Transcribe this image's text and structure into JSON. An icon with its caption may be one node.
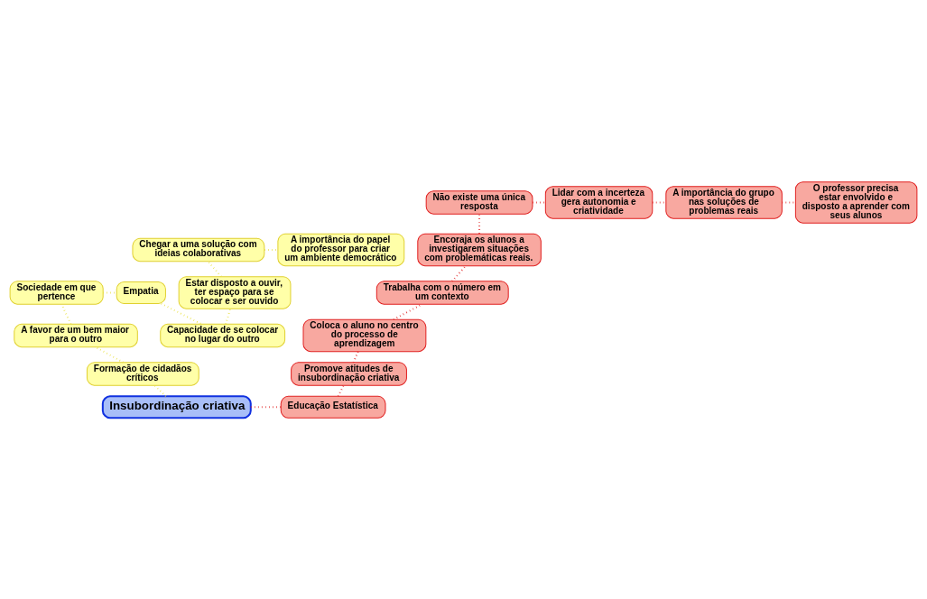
{
  "diagram": {
    "nodes": [
      {
        "text": [
          "Insubordinação criativa"
        ]
      },
      {
        "text": [
          "Educação Estatística"
        ]
      },
      {
        "text": [
          "Promove atitudes de insubordinação criativa"
        ]
      },
      {
        "text": [
          "Coloca o aluno no centro do processo de aprendizagem"
        ]
      },
      {
        "text": [
          "Trabalha com o número em um contexto"
        ]
      },
      {
        "text": [
          "Encoraja os alunos a investigarem situações com problemáticas reais."
        ]
      },
      {
        "text": [
          "Não existe uma única resposta"
        ]
      },
      {
        "text": [
          "Lidar com a incerteza gera autonomia e criatividade"
        ]
      },
      {
        "text": [
          "A importância do grupo nas soluções de problemas reais"
        ]
      },
      {
        "text": [
          "O professor precisa estar envolvido e disposto a aprender com seus alunos"
        ]
      },
      {
        "text": [
          "Formação de cidadãos críticos"
        ]
      },
      {
        "text": [
          "A favor de um bem maior para o outro"
        ]
      },
      {
        "text": [
          "Sociedade em que pertence"
        ]
      },
      {
        "text": [
          "Empatia"
        ]
      },
      {
        "text": [
          "Capacidade de se colocar no lugar do outro"
        ]
      },
      {
        "text": [
          "Estar disposto a ouvir, ter espaço para se colocar e ser ouvido"
        ]
      },
      {
        "text": [
          "Chegar a uma solução com ideias colaborativas"
        ]
      },
      {
        "text": [
          "A importância do papel do professor para criar um ambiente democrático"
        ]
      }
    ],
    "edges": [
      {
        "from": 0,
        "to": 1,
        "arrow": "none",
        "color": "#e02020"
      },
      {
        "from": 1,
        "to": 2,
        "arrow": "none",
        "color": "#e02020"
      },
      {
        "from": 2,
        "to": 3,
        "arrow": "none",
        "color": "#e02020"
      },
      {
        "from": 3,
        "to": 4,
        "arrow": "none",
        "color": "#e02020"
      },
      {
        "from": 4,
        "to": 5,
        "arrow": "none",
        "color": "#e02020"
      },
      {
        "from": 5,
        "to": 6,
        "arrow": "none",
        "color": "#e02020"
      },
      {
        "from": 6,
        "to": 7,
        "arrow": "none",
        "color": "#e02020"
      },
      {
        "from": 7,
        "to": 8,
        "arrow": "none",
        "color": "#e02020"
      },
      {
        "from": 8,
        "to": 9,
        "arrow": "none",
        "color": "#e02020"
      },
      {
        "from": 0,
        "to": 10,
        "arrow": "none",
        "color": "#e8e040"
      },
      {
        "from": 10,
        "to": 11,
        "arrow": "none",
        "color": "#e8e040"
      },
      {
        "from": 11,
        "to": 12,
        "arrow": "none",
        "color": "#e8e040"
      },
      {
        "from": 12,
        "to": 13,
        "arrow": "none",
        "color": "#e8e040"
      },
      {
        "from": 13,
        "to": 14,
        "arrow": "none",
        "color": "#e8e040"
      },
      {
        "from": 14,
        "to": 15,
        "arrow": "none",
        "color": "#e8e040"
      },
      {
        "from": 15,
        "to": 16,
        "arrow": "none",
        "color": "#e8e040"
      },
      {
        "from": 16,
        "to": 17,
        "arrow": "none",
        "color": "#e8e040"
      }
    ]
  }
}
